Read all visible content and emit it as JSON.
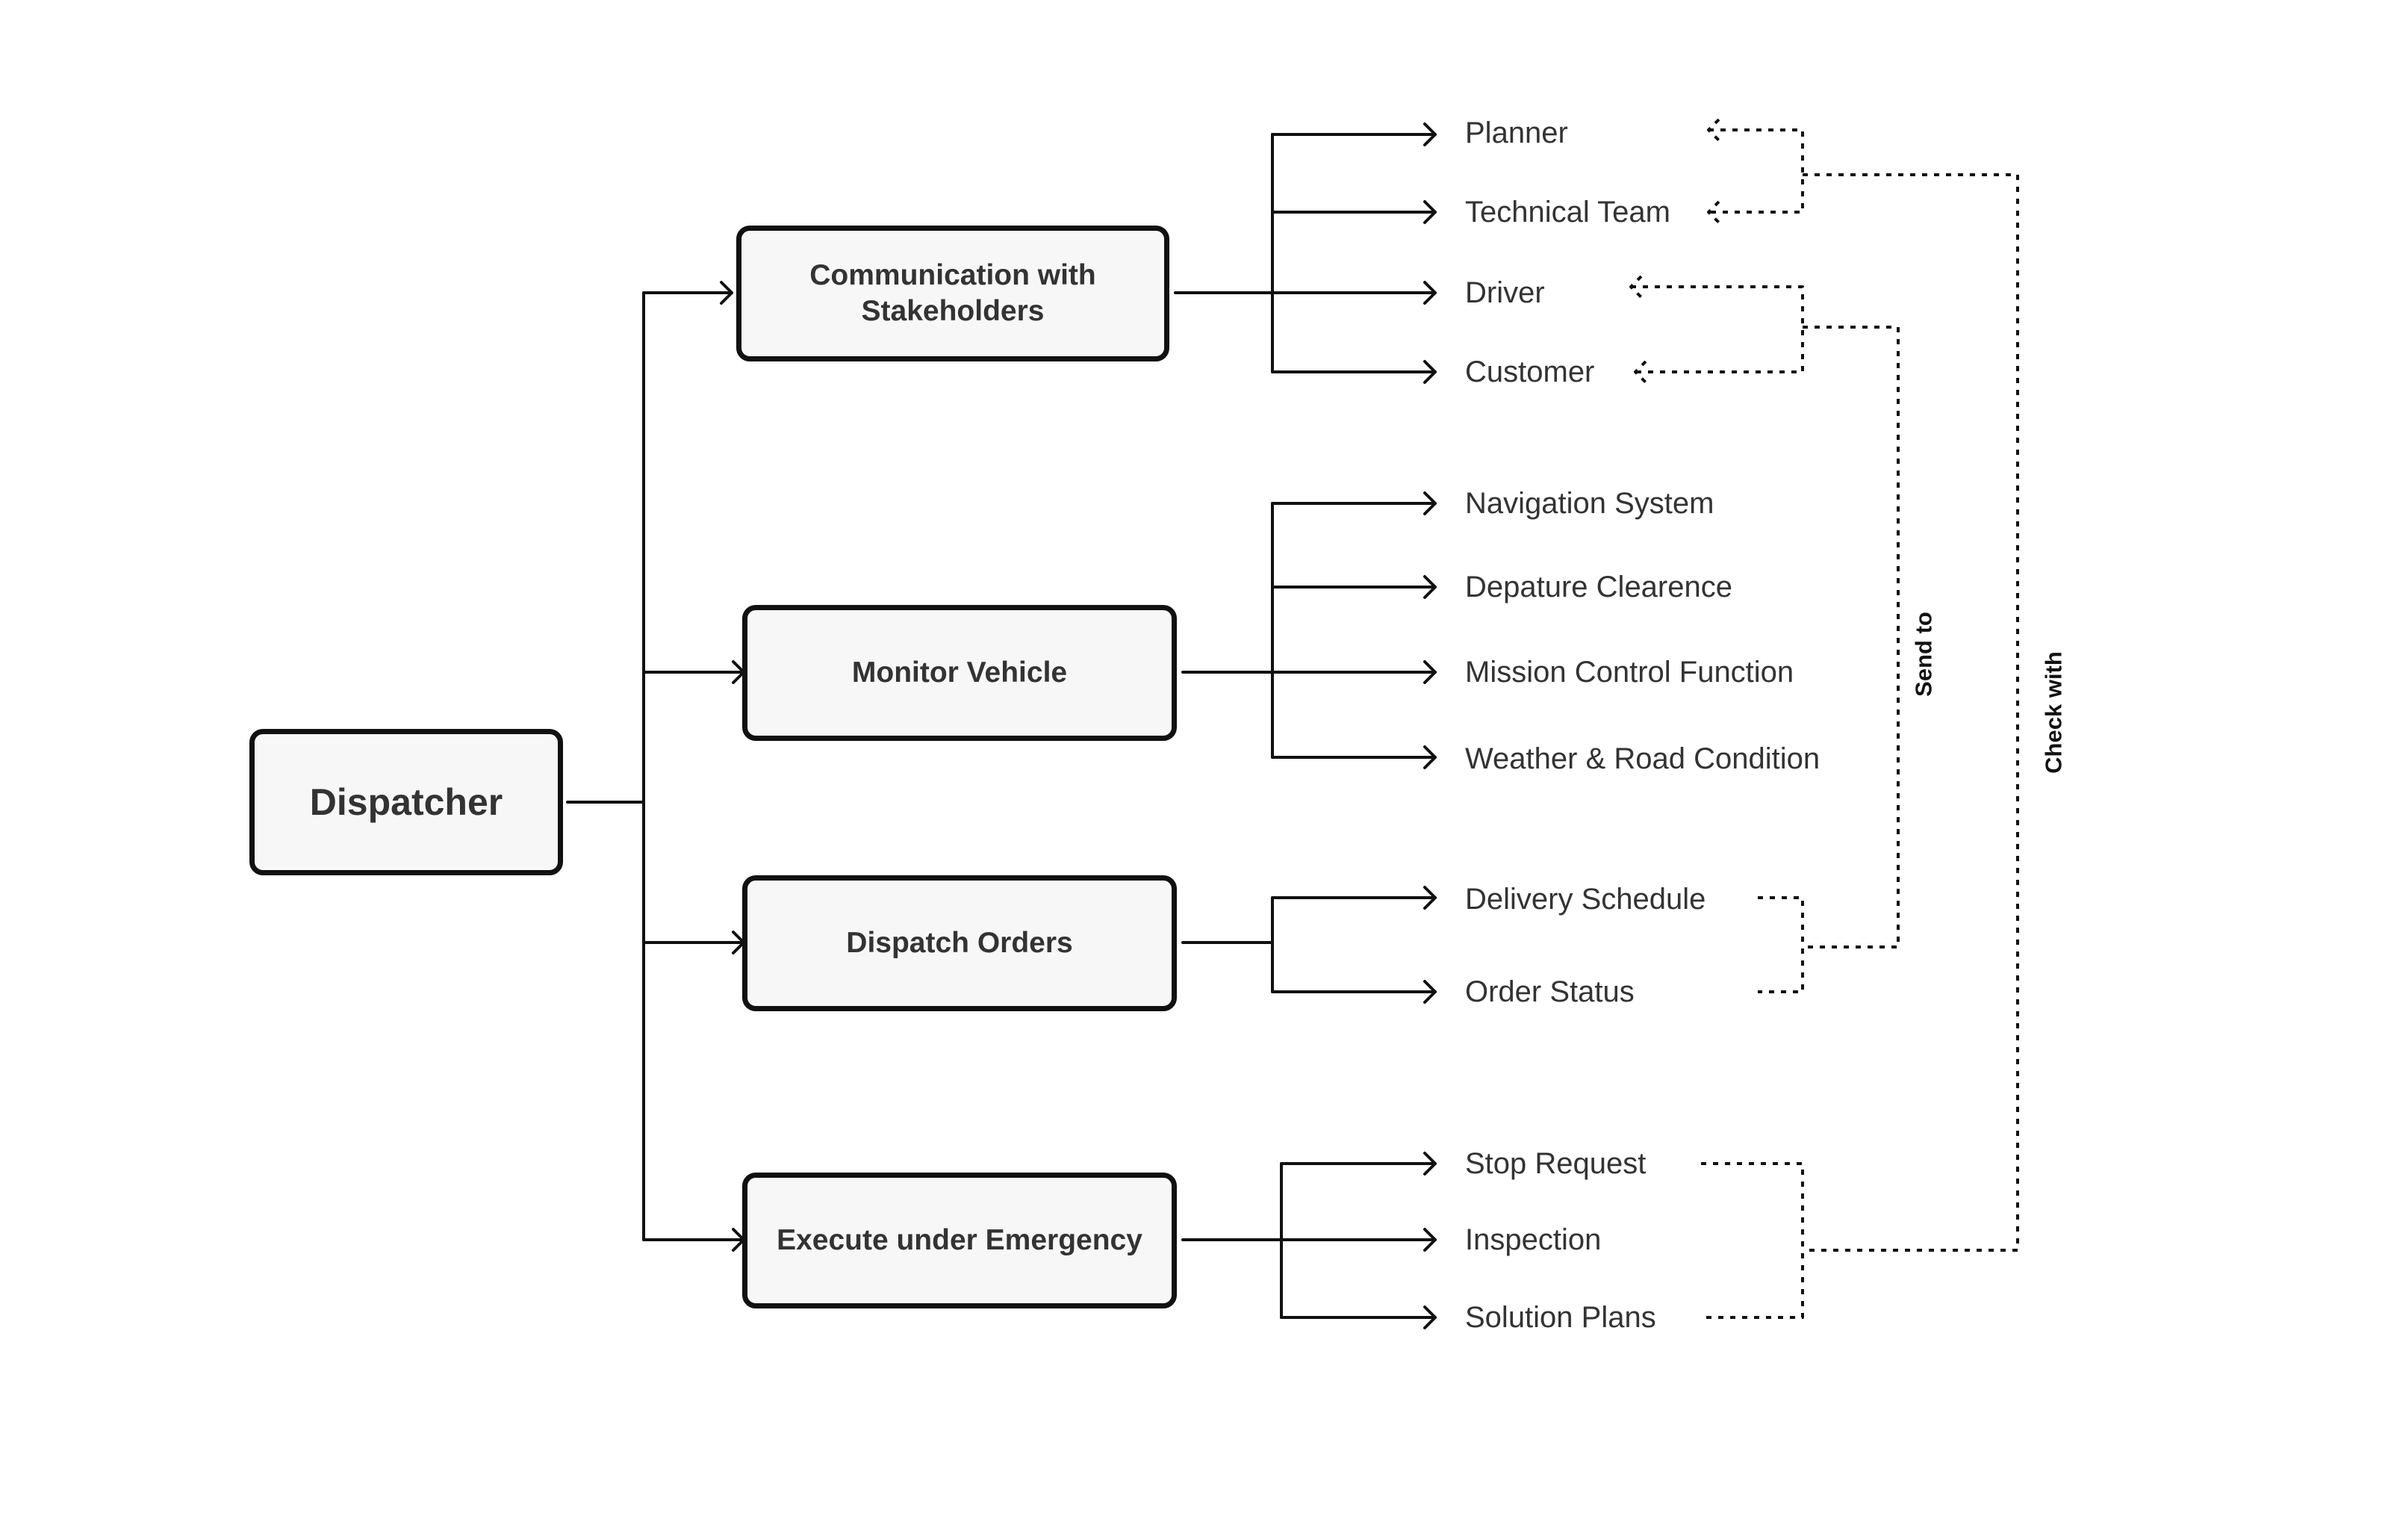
{
  "diagram": {
    "root": "Dispatcher",
    "groups": [
      {
        "title_lines": [
          "Communication with",
          "Stakeholders"
        ],
        "items": [
          "Planner",
          "Technical Team",
          "Driver",
          "Customer"
        ]
      },
      {
        "title_lines": [
          "Monitor Vehicle"
        ],
        "items": [
          "Navigation System",
          "Depature Clearence",
          "Mission Control Function",
          "Weather & Road Condition"
        ]
      },
      {
        "title_lines": [
          "Dispatch Orders"
        ],
        "items": [
          "Delivery Schedule",
          "Order Status"
        ]
      },
      {
        "title_lines": [
          "Execute under Emergency"
        ],
        "items": [
          "Stop Request",
          "Inspection",
          "Solution Plans"
        ]
      }
    ],
    "relations": {
      "send_to": "Send to",
      "check_with": "Check with"
    }
  },
  "colors": {
    "stroke": "#111111",
    "box_fill": "#f7f7f7",
    "text": "#333333"
  }
}
